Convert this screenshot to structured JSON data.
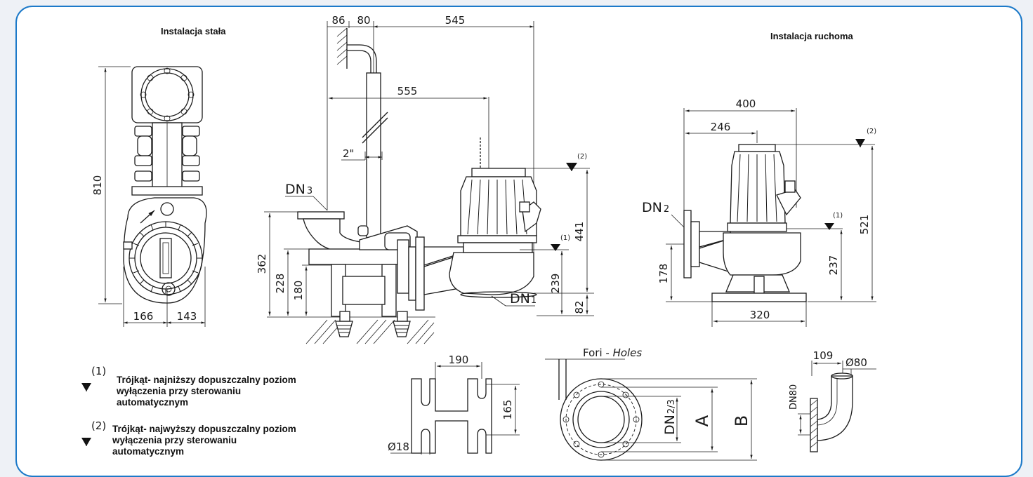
{
  "titles": {
    "fixed": "Instalacja stała",
    "mobile": "Instalacja ruchoma"
  },
  "left_view": {
    "height": "810",
    "width_left": "166",
    "width_right": "143"
  },
  "middle_view": {
    "top_86": "86",
    "top_80": "80",
    "top_545": "545",
    "span_555": "555",
    "pipe_2in": "2\"",
    "dn3": "DN",
    "dn3_sub": "3",
    "dn1": "DN",
    "dn1_sub": "1",
    "h_362": "362",
    "h_228": "228",
    "h_180": "180",
    "h_441": "441",
    "h_239": "239",
    "h_82": "82",
    "mark1": "(1)",
    "mark2": "(2)"
  },
  "right_view": {
    "w_400": "400",
    "w_246": "246",
    "w_320": "320",
    "h_521": "521",
    "h_237": "237",
    "h_178": "178",
    "dn2": "DN",
    "dn2_sub": "2",
    "mark1": "(1)",
    "mark2": "(2)"
  },
  "bottom": {
    "foot_190": "190",
    "foot_165": "165",
    "foot_18": "Ø18",
    "holes_label": "Fori - ",
    "holes_italic": "Holes",
    "flange_dn": "DN",
    "flange_dn_sub": "2/3",
    "flange_a": "A",
    "flange_b": "B",
    "elbow_109": "109",
    "elbow_80": "Ø80",
    "elbow_dn": "DN80"
  },
  "legend": {
    "mark1": "(1)",
    "note1_line1": "Trójkąt- najniższy dopuszczalny poziom",
    "note1_line2": "wyłączenia  przy sterowaniu",
    "note1_line3": "automatycznym",
    "mark2": "(2)",
    "note2_line1": "Trójkąt- najwyższy dopuszczalny poziom",
    "note2_line2": "wyłączenia  przy sterowaniu",
    "note2_line3": "automatycznym"
  }
}
